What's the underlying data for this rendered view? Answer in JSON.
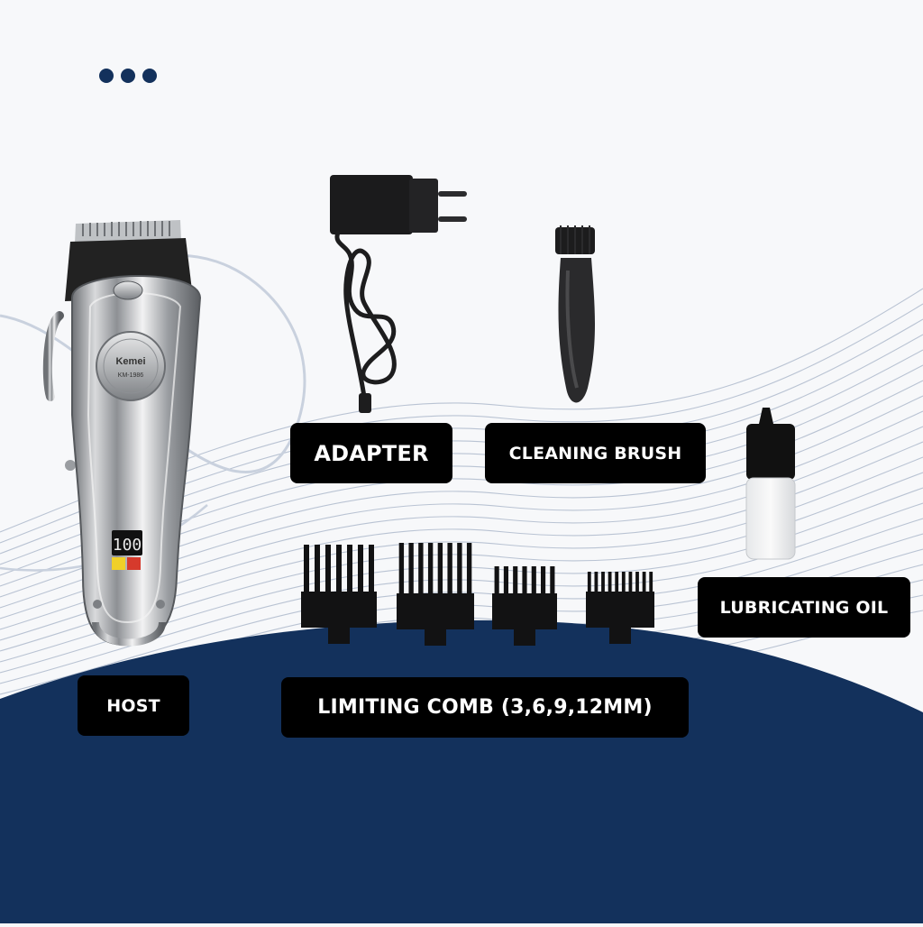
{
  "labels": {
    "adapter": "ADAPTER",
    "cleaning_brush": "CLEANING BRUSH",
    "lubricating_oil": "LUBRICATING OIL",
    "host": "HOST",
    "limiting_comb": "LIMITING COMB (3,6,9,12MM)"
  },
  "clipper": {
    "brand": "Kemei",
    "model": "KM-1986",
    "display": "100"
  },
  "colors": {
    "navy": "#13315c",
    "background": "#f7f8fa",
    "label_bg": "#000000",
    "label_text": "#ffffff",
    "line": "#b9c3d3"
  }
}
